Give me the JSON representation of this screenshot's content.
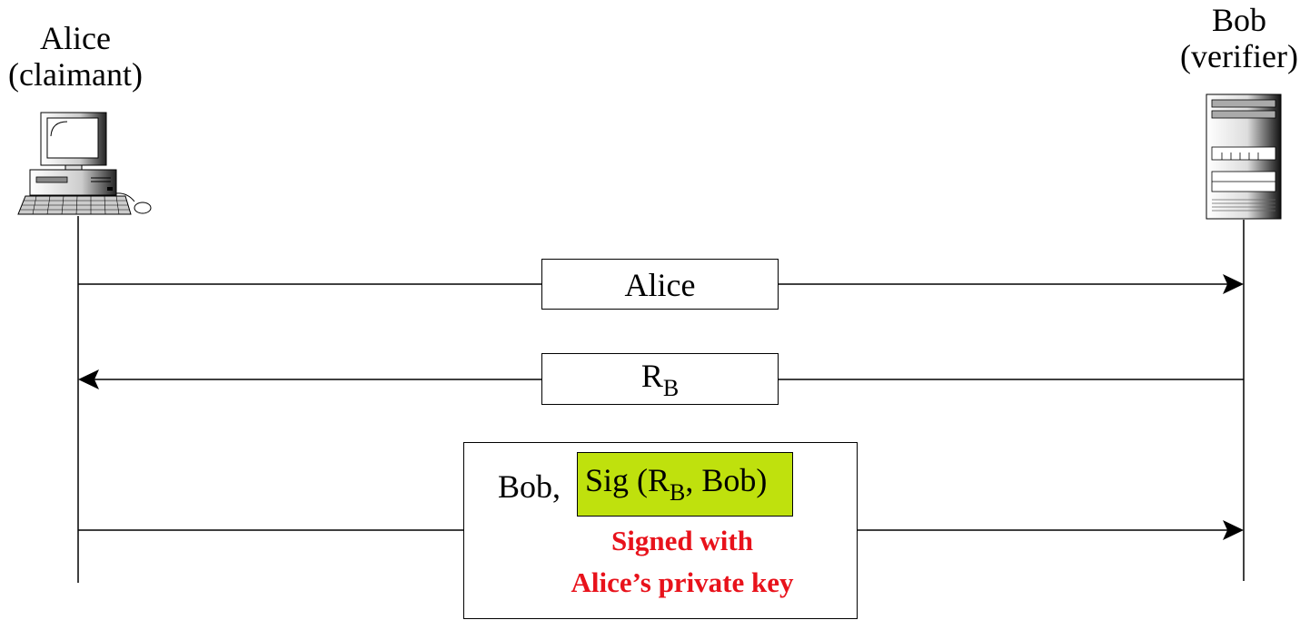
{
  "participants": {
    "alice": {
      "name": "Alice",
      "role": "(claimant)",
      "icon": "desktop-computer-icon"
    },
    "bob": {
      "name": "Bob",
      "role": "(verifier)",
      "icon": "server-icon"
    }
  },
  "messages": [
    {
      "text": "Alice",
      "direction": "alice-to-bob"
    },
    {
      "text_main": "R",
      "text_sub": "B",
      "direction": "bob-to-alice"
    },
    {
      "prefix": "Bob,",
      "sig_prefix": "Sig (R",
      "sig_sub": "B",
      "sig_suffix": ", Bob)",
      "sig_color": "#bfe10d",
      "note_line1": "Signed with",
      "note_line2": "Alice’s private key",
      "note_color": "#e8121b",
      "direction": "alice-to-bob"
    }
  ]
}
